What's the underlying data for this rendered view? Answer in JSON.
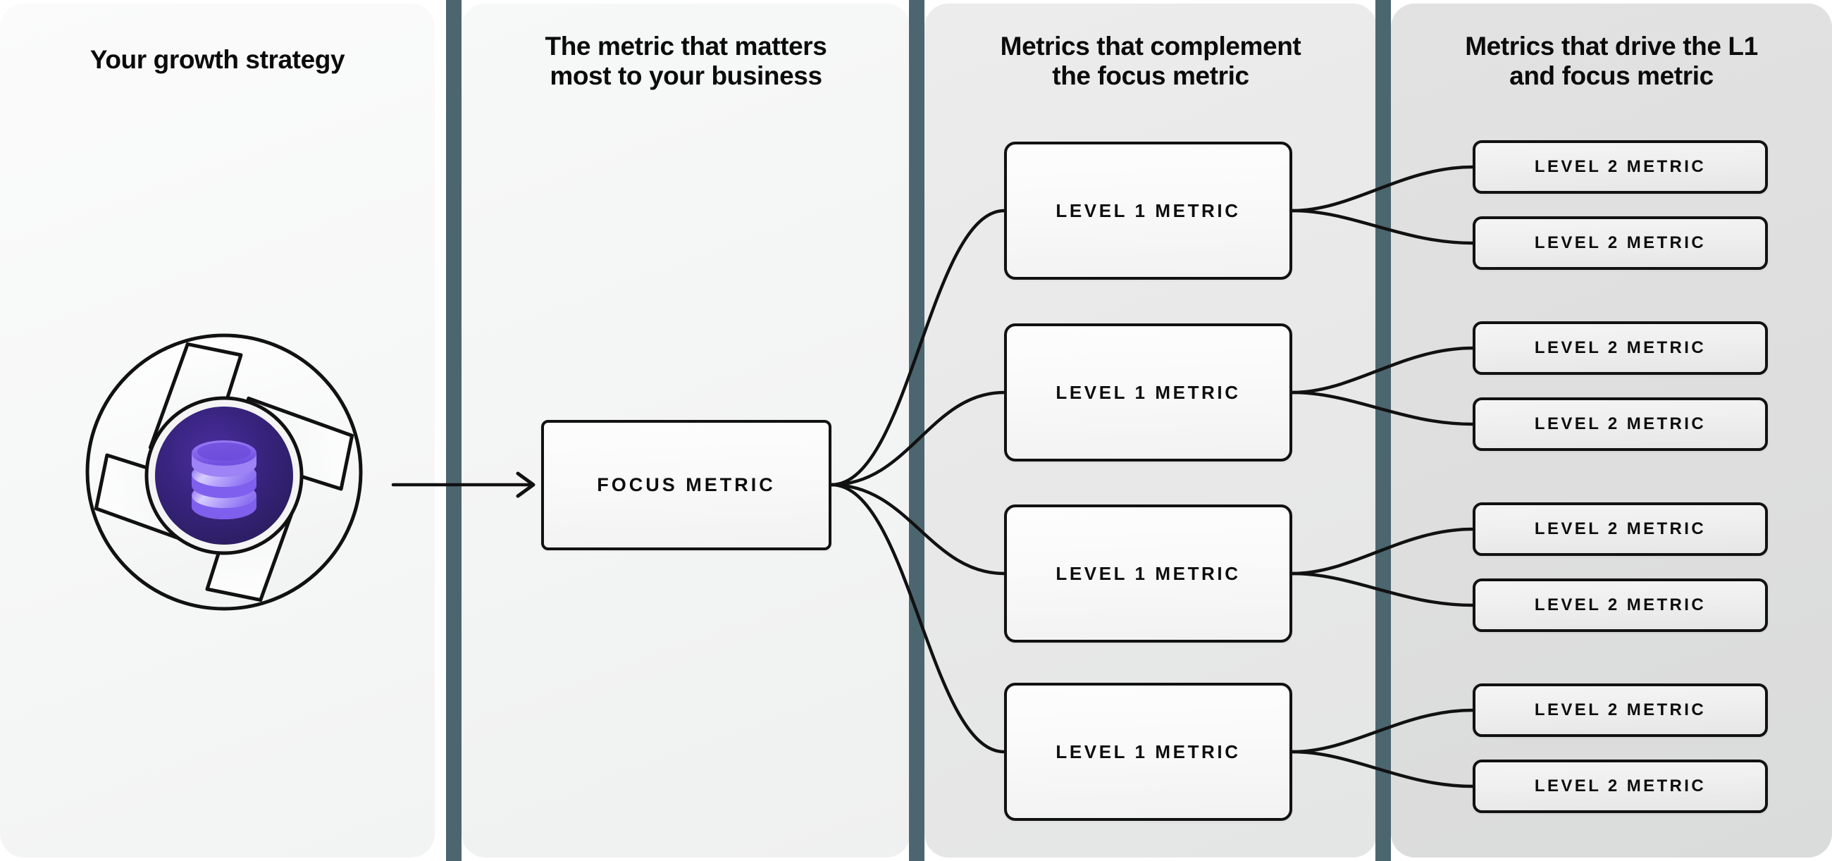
{
  "columns": [
    {
      "id": "growth-strategy",
      "header": "Your growth strategy"
    },
    {
      "id": "focus-metric",
      "header": "The metric that matters\nmost to your business"
    },
    {
      "id": "complement",
      "header": "Metrics that complement\nthe focus metric"
    },
    {
      "id": "drivers",
      "header": "Metrics that drive the L1\nand focus metric"
    }
  ],
  "graphic": {
    "name": "aperture-database-icon",
    "description": "Circular aperture shutter ring surrounding a purple sphere containing a stacked-database glyph",
    "colors": {
      "ring_stroke": "#111111",
      "blade_fill": "#fbfbfb",
      "sphere_outer": "#3a2580",
      "sphere_inner": "#2c1f63",
      "sphere_rim": "#f0f0f0",
      "db_light": "#cfc2ff",
      "db_mid": "#8b6cf0",
      "db_dark": "#5a3fd0"
    }
  },
  "focus": {
    "label": "FOCUS METRIC"
  },
  "level1": [
    {
      "label": "LEVEL 1 METRIC"
    },
    {
      "label": "LEVEL 1 METRIC"
    },
    {
      "label": "LEVEL 1 METRIC"
    },
    {
      "label": "LEVEL 1 METRIC"
    }
  ],
  "level2": [
    {
      "label": "LEVEL 2 METRIC"
    },
    {
      "label": "LEVEL 2 METRIC"
    },
    {
      "label": "LEVEL 2 METRIC"
    },
    {
      "label": "LEVEL 2 METRIC"
    },
    {
      "label": "LEVEL 2 METRIC"
    },
    {
      "label": "LEVEL 2 METRIC"
    },
    {
      "label": "LEVEL 2 METRIC"
    },
    {
      "label": "LEVEL 2 METRIC"
    }
  ],
  "theme": {
    "divider": "#4c6670",
    "panel_1_bg": "#f7f7f7",
    "panel_2_bg": "#f3f4f4",
    "panel_3_bg": "#e8e8e8",
    "panel_4_bg": "#dedede",
    "node_border": "#111111",
    "text": "#0b0b0b",
    "connector": "#111111"
  }
}
